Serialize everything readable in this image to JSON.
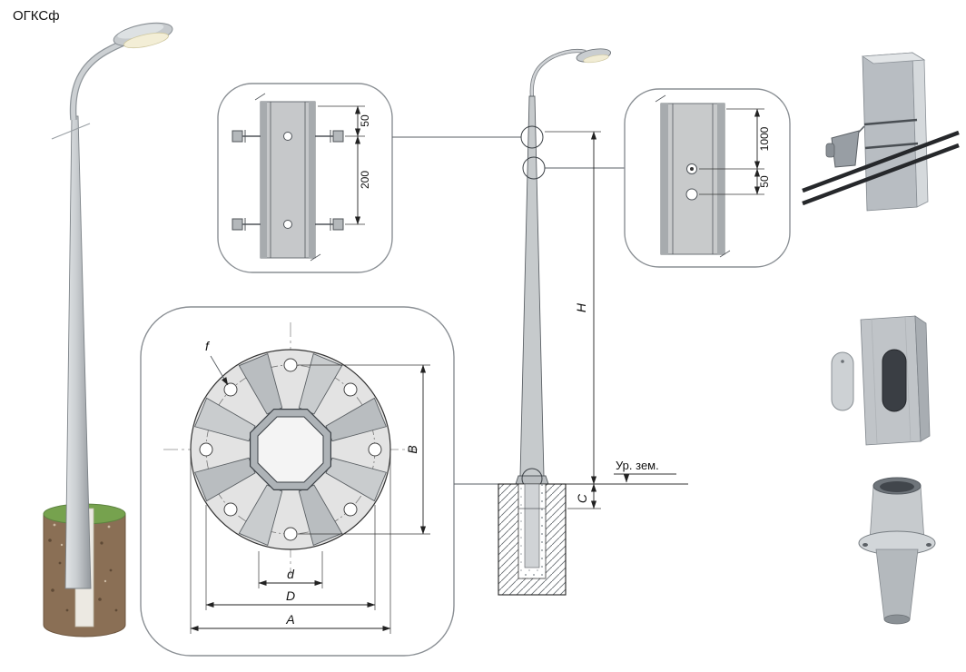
{
  "title": "ОГКСф",
  "colors": {
    "line": "#2b2b2b",
    "metal_light": "#e2e5e7",
    "metal_mid": "#c6cacc",
    "metal_dark": "#969ba0",
    "foundation_brown": "#8a6f55",
    "grass_green": "#76a24e",
    "lamp_glow": "#f3eed6",
    "callout_border": "#8a8f94"
  },
  "detail_top": {
    "dim_top": "50",
    "dim_bottom": "200"
  },
  "detail_right": {
    "dim_top": "1000",
    "dim_bottom": "50"
  },
  "flange": {
    "hole_label": "f",
    "bolt_spacing": "d",
    "bolt_circle": "D",
    "outer": "A",
    "vertical": "B"
  },
  "elevation": {
    "height": "H",
    "embed": "C",
    "ground": "Ур. зем."
  }
}
